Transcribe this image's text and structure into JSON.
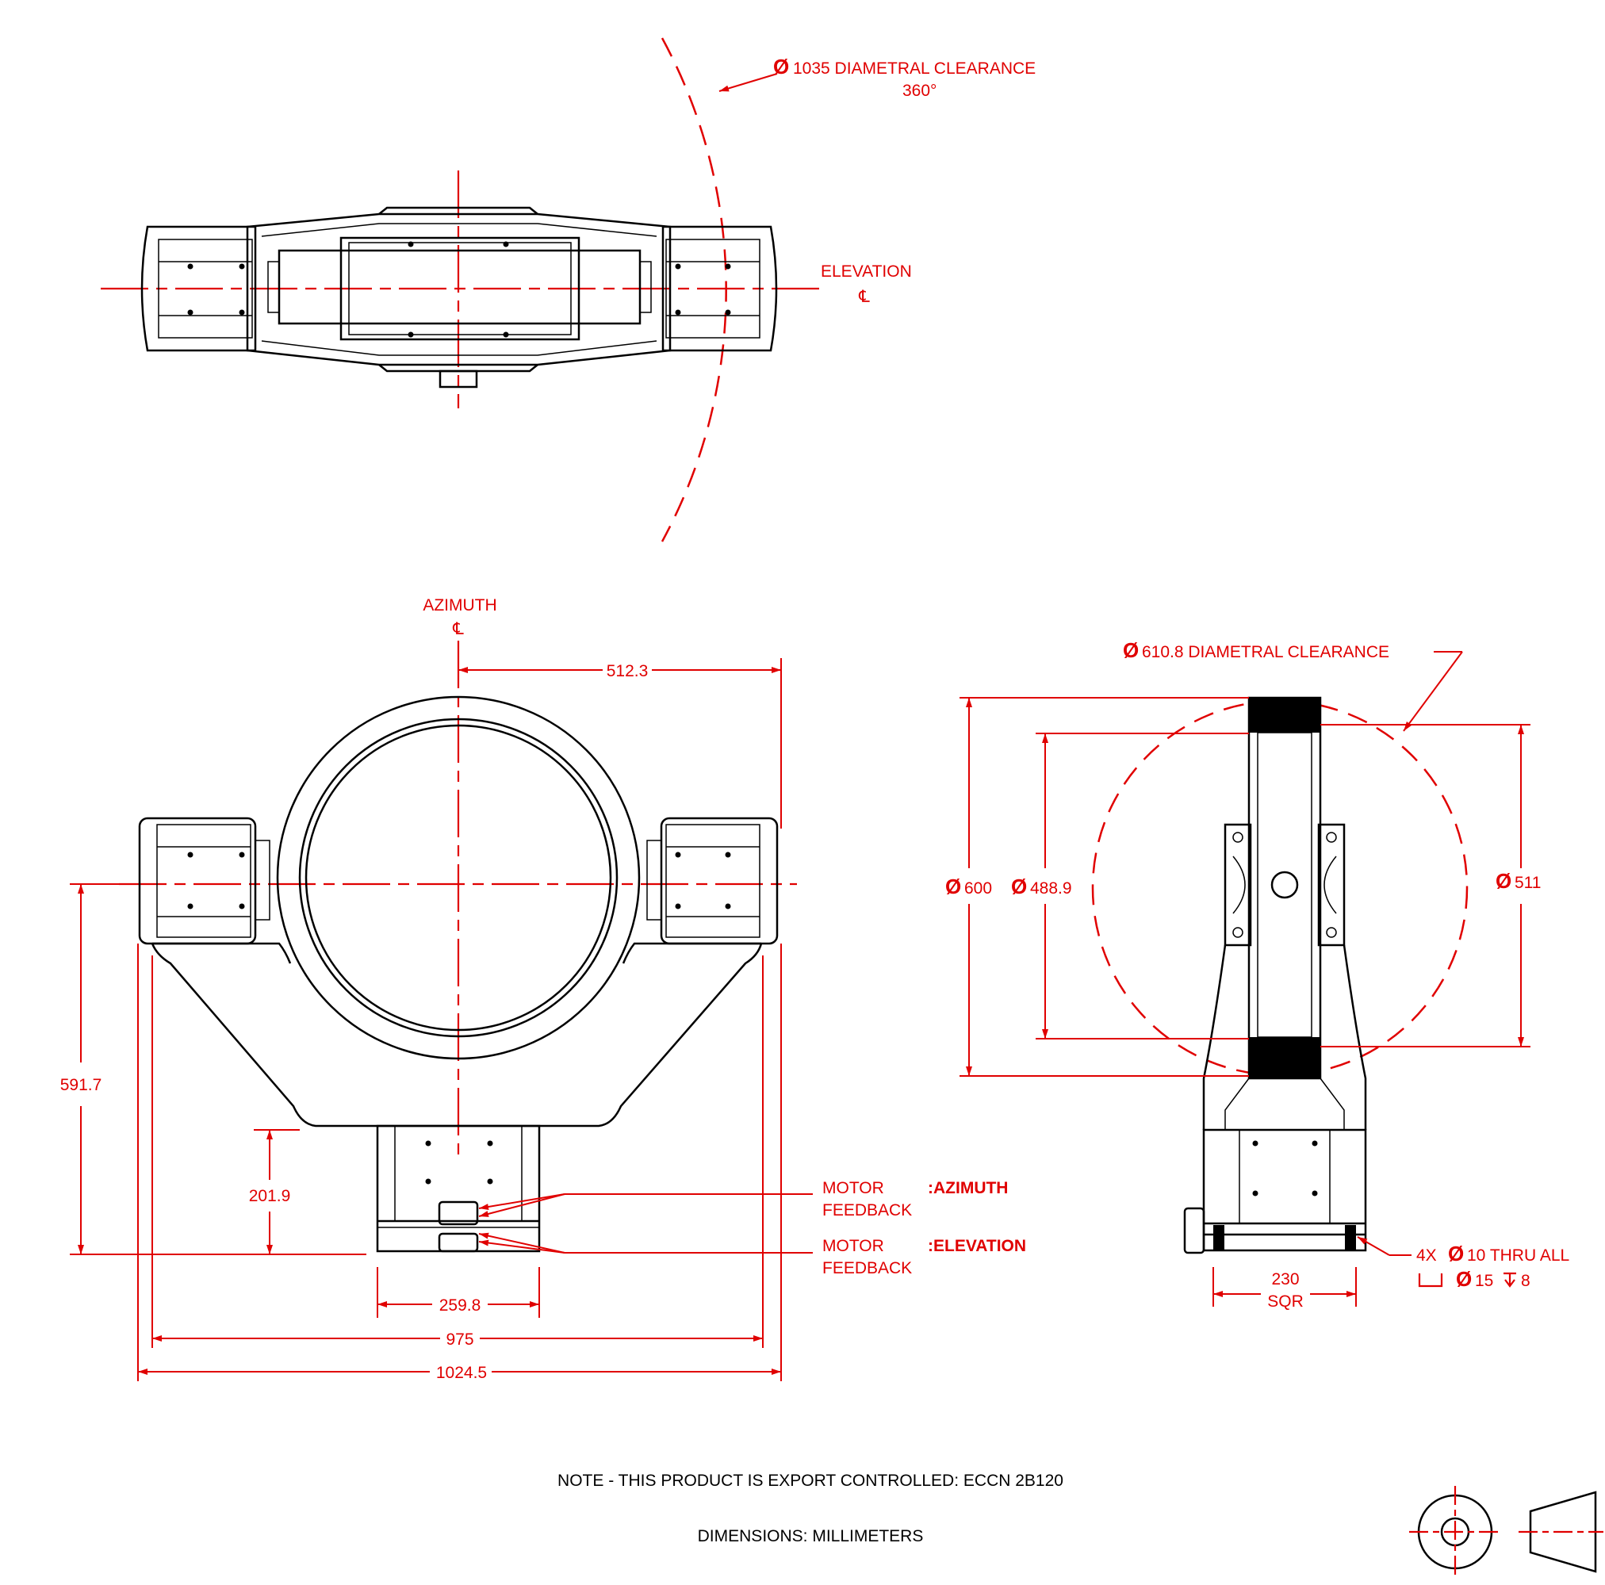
{
  "top_view": {
    "clearance_label": "1035 DIAMETRAL CLEARANCE",
    "clearance_angle": "360°",
    "elevation_label": "ELEVATION",
    "cl_symbol": "℄"
  },
  "front_view": {
    "azimuth_label": "AZIMUTH",
    "cl_symbol": "℄",
    "dim_512": "512.3",
    "dim_591": "591.7",
    "dim_201": "201.9",
    "dim_259": "259.8",
    "dim_975": "975",
    "dim_1024": "1024.5",
    "motor_az": "MOTOR",
    "feedback_az": "FEEDBACK",
    "azimuth_tag": ":AZIMUTH",
    "motor_el": "MOTOR",
    "feedback_el": "FEEDBACK",
    "elevation_tag": ":ELEVATION"
  },
  "side_view": {
    "clearance_label": "610.8 DIAMETRAL CLEARANCE",
    "dim_600": "600",
    "dim_488": "488.9",
    "dim_511": "511",
    "dim_230": "230",
    "sqr": "SQR",
    "holes": "4X",
    "hole_spec": "10 THRU ALL",
    "cbore_spec": "15",
    "cbore_depth": "8"
  },
  "diameter_symbol": "Ø",
  "notes": {
    "export": "NOTE - THIS PRODUCT IS EXPORT CONTROLLED: ECCN 2B120",
    "units": "DIMENSIONS:  MILLIMETERS"
  },
  "colors": {
    "dimension": "#e00000",
    "outline": "#000000"
  }
}
